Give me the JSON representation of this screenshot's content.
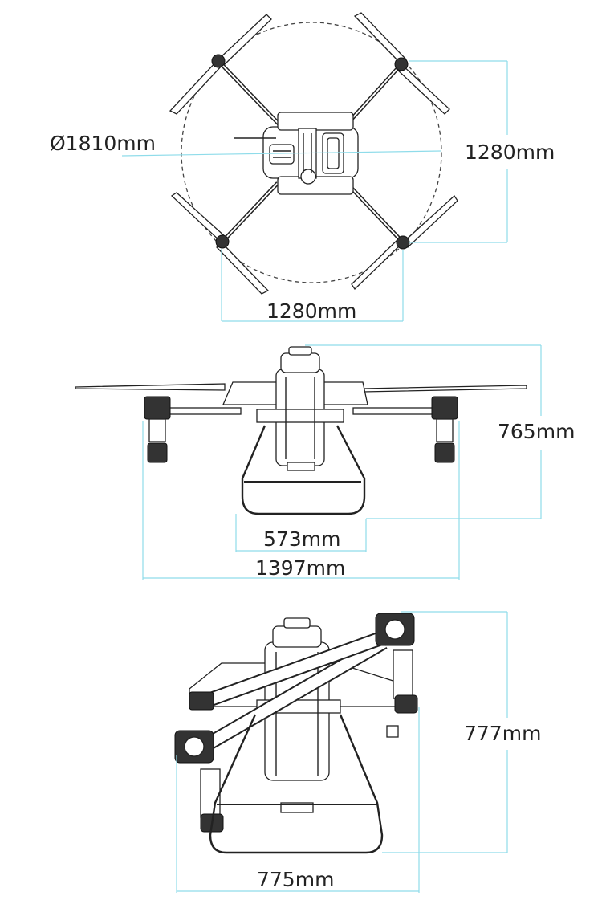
{
  "top_view": {
    "diameter_label": "Ø1810mm",
    "height_label": "1280mm",
    "width_label": "1280mm"
  },
  "front_view": {
    "height_label": "765mm",
    "inner_width_label": "573mm",
    "outer_width_label": "1397mm"
  },
  "folded_view": {
    "height_label": "777mm",
    "width_label": "775mm"
  },
  "colors": {
    "dimension_line": "#8fdcea",
    "drawing_line": "#222222"
  }
}
